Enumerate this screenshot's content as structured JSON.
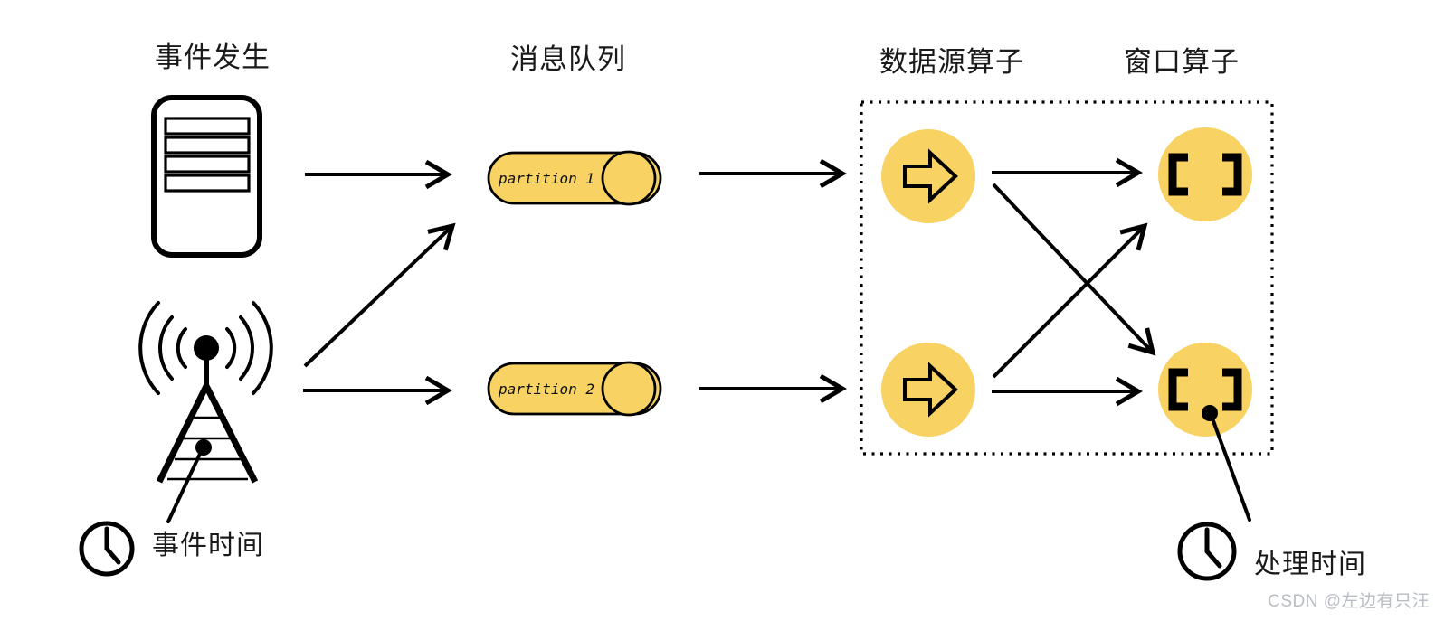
{
  "colors": {
    "yellow": "#F8D262",
    "ink": "#000000",
    "watermark_gray": "#B9BDC4"
  },
  "headings": {
    "event_source": "事件发生",
    "message_queue": "消息队列",
    "source_operator": "数据源算子",
    "window_operator": "窗口算子"
  },
  "partitions": [
    {
      "label": "partition 1"
    },
    {
      "label": "partition 2"
    }
  ],
  "time_labels": {
    "event_time": "事件时间",
    "processing_time": "处理时间"
  },
  "watermark": "CSDN @左边有只汪",
  "icons": {
    "server": "server-icon",
    "radio_tower": "radio-tower-icon",
    "event_clock": "clock-icon",
    "processing_clock": "clock-icon",
    "source_glyph": "arrow-right-icon",
    "window_glyph": "brackets-icon"
  }
}
